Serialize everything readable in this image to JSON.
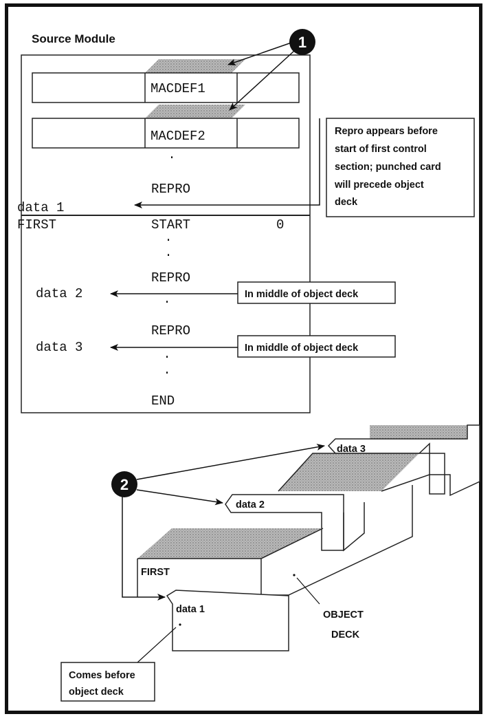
{
  "title": "Source Module",
  "callout_numbers": {
    "one": "1",
    "two": "2"
  },
  "source": {
    "macro1": "MACDEF1",
    "macro2": "MACDEF2",
    "repro": "REPRO",
    "data1": "data 1",
    "first_label": "FIRST",
    "start": "START",
    "zero": "0",
    "data2": "data 2",
    "data3": "data 3",
    "end": "END"
  },
  "notes": {
    "repro_before": [
      "Repro appears before",
      "start of first control",
      "section; punched card",
      "will precede object",
      "deck"
    ],
    "middle_a": "In middle of object deck",
    "middle_b": "In middle of object deck",
    "comes_before": [
      "Comes before",
      "object deck"
    ]
  },
  "deck": {
    "card_data3": "data 3",
    "card_data2": "data 2",
    "card_first": "FIRST",
    "card_data1": "data 1",
    "label": [
      "OBJECT",
      "DECK"
    ]
  }
}
